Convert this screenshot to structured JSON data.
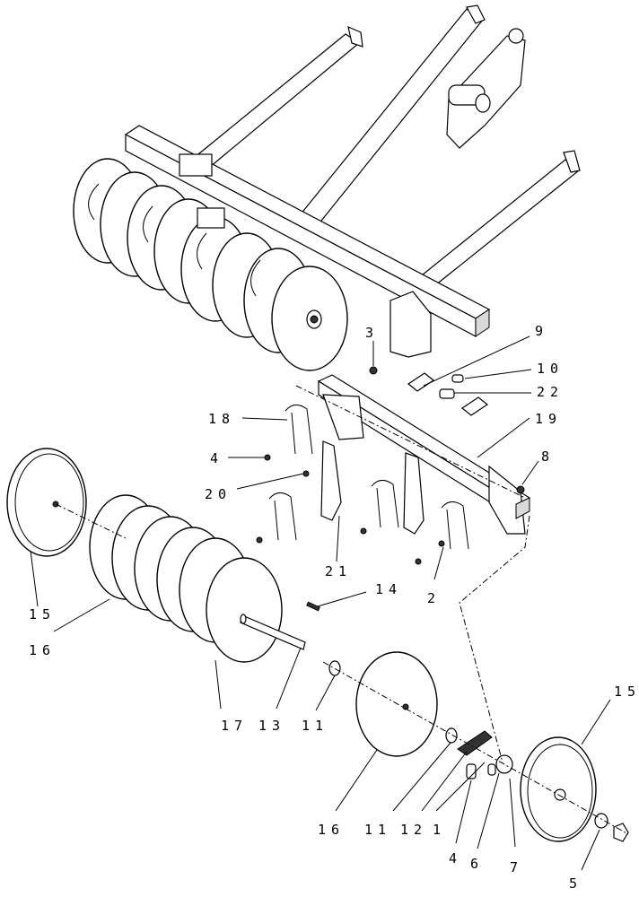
{
  "labels": [
    "3",
    "9",
    "10",
    "22",
    "18",
    "19",
    "4",
    "8",
    "20",
    "21",
    "14",
    "2",
    "15",
    "16",
    "17",
    "13",
    "11",
    "16",
    "11",
    "12",
    "1",
    "4",
    "6",
    "7",
    "15",
    "5"
  ]
}
